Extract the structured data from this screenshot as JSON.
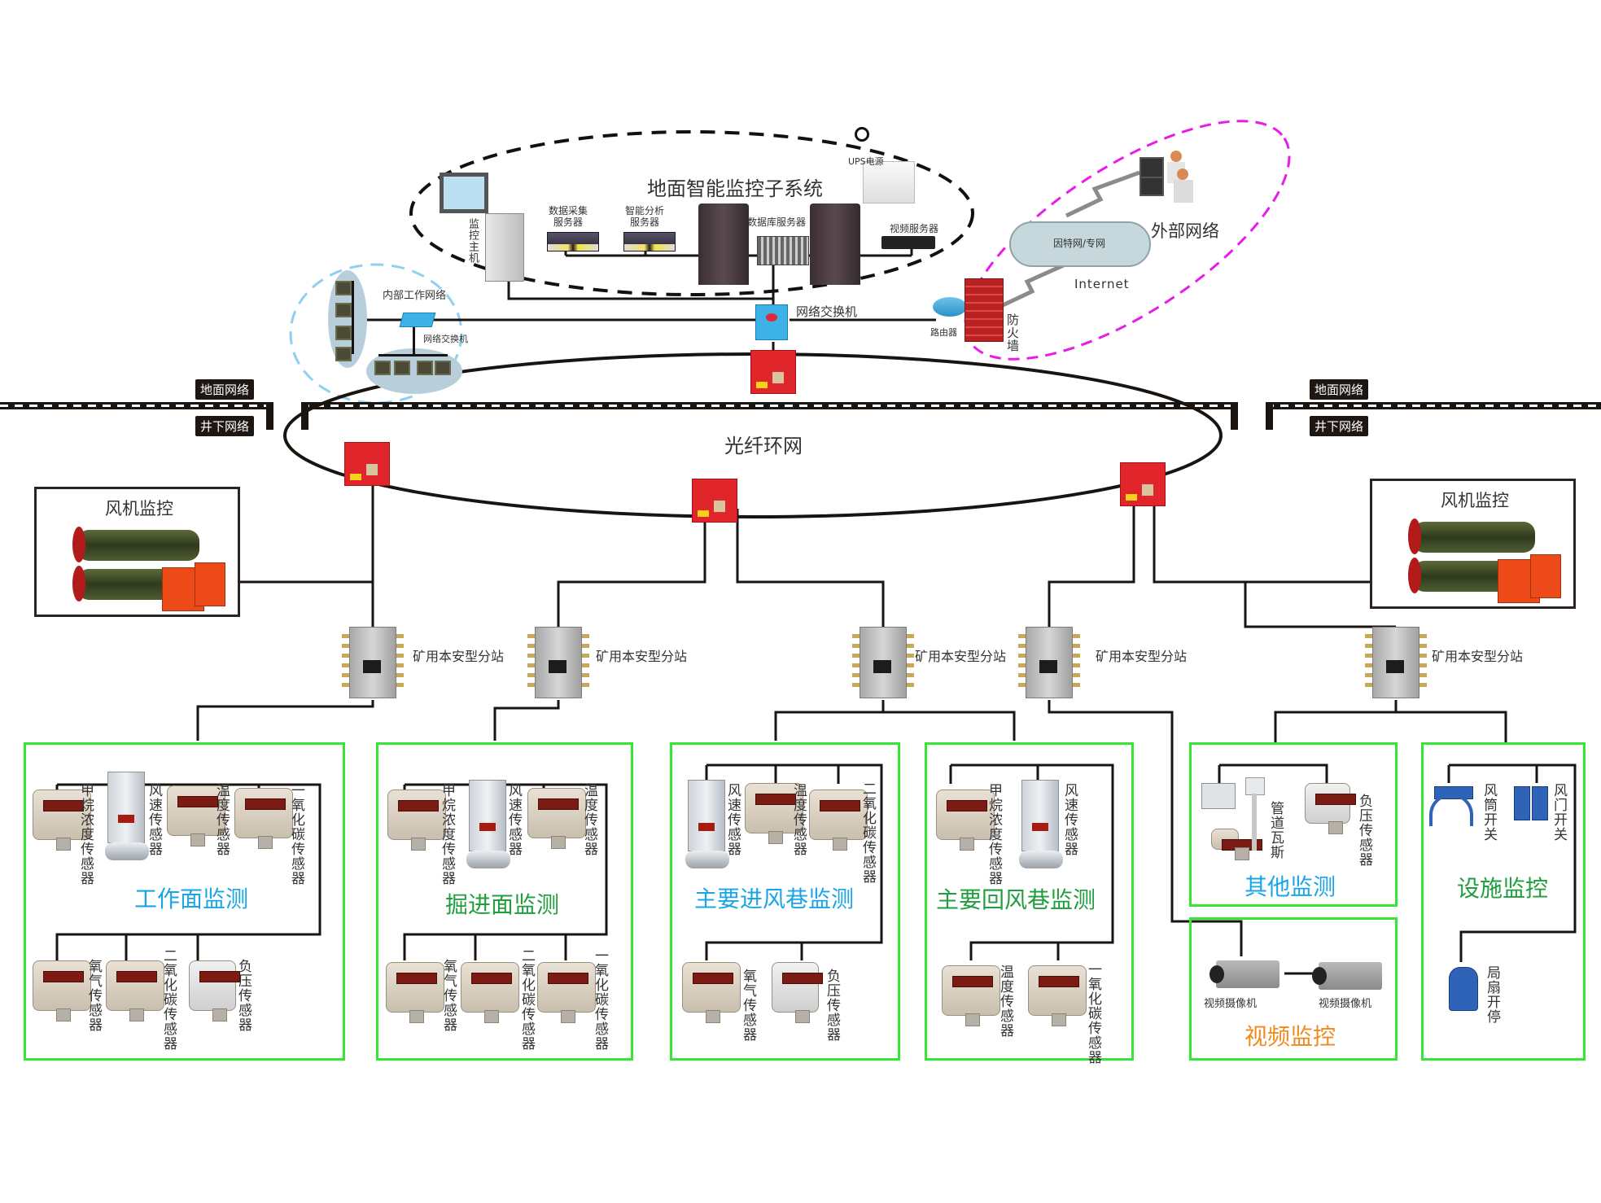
{
  "surface": {
    "title": "地面智能监控子系统",
    "devices": {
      "monitor_host": "监控主机",
      "data_collection_server": "数据采集服务器",
      "smart_analysis_server": "智能分析服务器",
      "database_server": "数据库服务器",
      "video_server": "视频服务器",
      "ups": "UPS电源"
    }
  },
  "internal_network": {
    "title": "内部工作网络",
    "switch_label": "网络交换机"
  },
  "core": {
    "switch_label": "网络交换机",
    "router_label": "路由器",
    "firewall_label": "防火墙"
  },
  "external": {
    "title": "外部网络",
    "cloud_label": "因特网/专网",
    "internet_label": "Internet"
  },
  "boundary": {
    "surface_tag": "地面网络",
    "underground_tag": "井下网络"
  },
  "ring": {
    "title": "光纤环网"
  },
  "fan_monitoring": {
    "title": "风机监控"
  },
  "substation_label": "矿用本安型分站",
  "zones": [
    {
      "title": "工作面监测",
      "color": "#1aa6e6",
      "top_sensors": [
        "甲烷浓度传感器",
        "风速传感器",
        "温度传感器",
        "一氧化碳传感器"
      ],
      "bottom_sensors": [
        "氧气传感器",
        "二氧化碳传感器",
        "负压传感器"
      ]
    },
    {
      "title": "掘进面监测",
      "color": "#1f9e3d",
      "top_sensors": [
        "甲烷浓度传感器",
        "风速传感器",
        "温度传感器"
      ],
      "bottom_sensors": [
        "氧气传感器",
        "二氧化碳传感器",
        "一氧化碳传感器"
      ]
    },
    {
      "title": "主要进风巷监测",
      "color": "#1aa6e6",
      "top_sensors": [
        "风速传感器",
        "温度传感器",
        "二氧化碳传感器"
      ],
      "bottom_sensors": [
        "氧气传感器",
        "负压传感器"
      ]
    },
    {
      "title": "主要回风巷监测",
      "color": "#1f9e3d",
      "top_sensors": [
        "甲烷浓度传感器",
        "风速传感器"
      ],
      "bottom_sensors": [
        "温度传感器",
        "一氧化碳传感器"
      ]
    },
    {
      "title": "其他监测",
      "color": "#1aa6e6",
      "top_sensors": [
        "管道瓦斯",
        "负压传感器"
      ],
      "bottom_sensors": []
    },
    {
      "title": "视频监控",
      "color": "#f08a1c",
      "top_sensors": [
        "视频摄像机",
        "视频摄像机"
      ],
      "bottom_sensors": []
    },
    {
      "title": "设施监控",
      "color": "#1f9e3d",
      "top_sensors": [
        "风筒开关",
        "风门开关"
      ],
      "bottom_sensors": [
        "局扇开停"
      ]
    }
  ],
  "colors": {
    "zone_border": "#35e635",
    "surface_ellipse": "#111111",
    "internal_ellipse": "#8fd0f0",
    "external_ellipse": "#e81ce8",
    "wire": "#1a1410"
  }
}
